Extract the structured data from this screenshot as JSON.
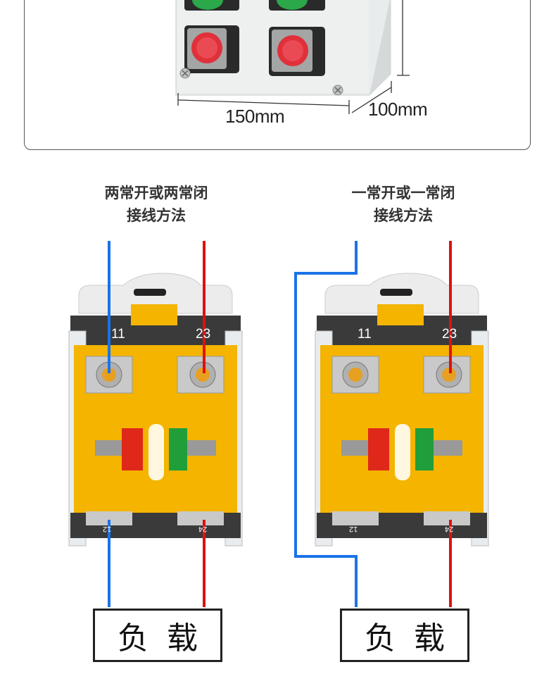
{
  "dimensions": {
    "width_label": "150mm",
    "depth_label": "100mm"
  },
  "diagrams": [
    {
      "title_line1": "两常开或两常闭",
      "title_line2": "接线方法",
      "top_left_terminal": "11",
      "top_right_terminal": "23",
      "bottom_left_terminal": "12",
      "bottom_right_terminal": "24",
      "load_label": "负载"
    },
    {
      "title_line1": "一常开或一常闭",
      "title_line2": "接线方法",
      "top_left_terminal": "11",
      "top_right_terminal": "23",
      "bottom_left_terminal": "12",
      "bottom_right_terminal": "24",
      "load_label": "负载"
    }
  ],
  "colors": {
    "blue_wire": "#1a73e8",
    "red_wire": "#e01010",
    "switch_yellow": "#f4b400",
    "button_red": "#e0303a",
    "button_green": "#1f9e3a"
  }
}
